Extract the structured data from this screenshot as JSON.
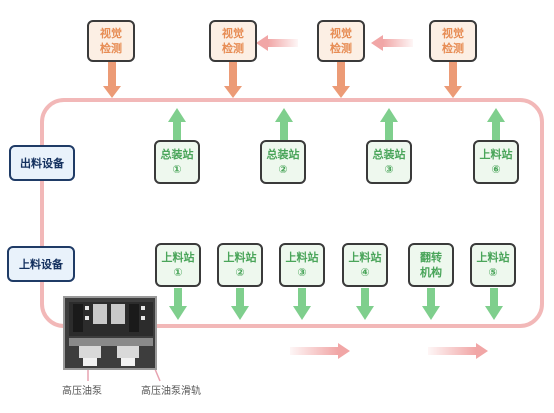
{
  "vision_stations": [
    {
      "id": "vision-1",
      "label": "视觉\n检测"
    },
    {
      "id": "vision-2",
      "label": "视觉\n检测"
    },
    {
      "id": "vision-3",
      "label": "视觉\n检测"
    },
    {
      "id": "vision-4",
      "label": "视觉\n检测"
    }
  ],
  "equipment": {
    "outfeed": "出料设备",
    "infeed": "上料设备"
  },
  "assembly_stations": [
    {
      "label": "总装站\n①"
    },
    {
      "label": "总装站\n②"
    },
    {
      "label": "总装站\n③"
    },
    {
      "label": "上料站\n⑥"
    }
  ],
  "feed_stations": [
    {
      "label": "上料站\n①"
    },
    {
      "label": "上料站\n②"
    },
    {
      "label": "上料站\n③"
    },
    {
      "label": "上料站\n④"
    },
    {
      "label": "翻转\n机构"
    },
    {
      "label": "上料站\n⑤"
    }
  ],
  "labels": {
    "pump": "高压油泵",
    "pump_rail": "高压油泵滑轨"
  },
  "colors": {
    "loop": "#f2b8b8",
    "vision_arrow": "#ec9b76",
    "station_arrow": "#7fcf8d",
    "flow_arrow": "#f1a6a6"
  }
}
